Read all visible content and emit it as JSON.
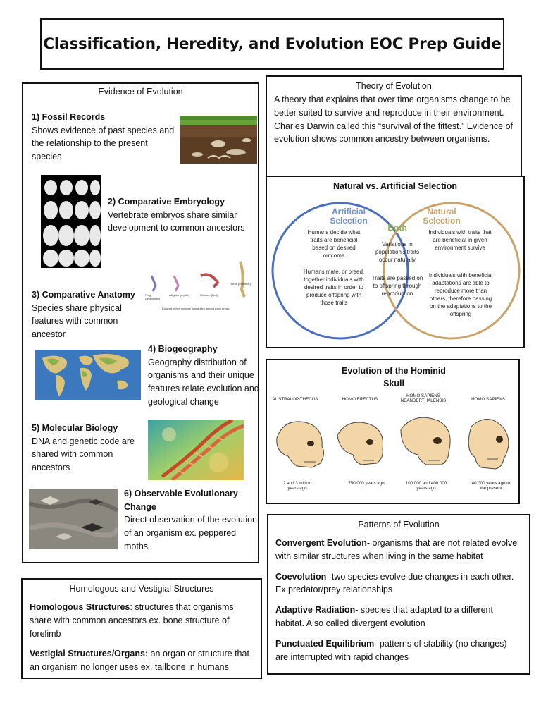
{
  "title": "Classification, Heredity, and Evolution EOC Prep Guide",
  "evidence": {
    "heading": "Evidence of Evolution",
    "items": [
      {
        "title": "1) Fossil Records",
        "text": "Shows evidence of past species and the relationship to the present species"
      },
      {
        "title": "2) Comparative Embryology",
        "text": "Vertebrate embryos share similar development to common ancestors"
      },
      {
        "title": "3) Comparative Anatomy",
        "text": "Species share physical features with common ancestor"
      },
      {
        "title": "4) Biogeography",
        "text": "Geography distribution of organisms and their unique features relate evolution and geological change"
      },
      {
        "title": "5) Molecular Biology",
        "text": "DNA and genetic code are shared with common ancestors"
      },
      {
        "title": "6) Observable Evolutionary Change",
        "text": "Direct observation of the evolution of an organism ex. peppered moths"
      }
    ],
    "anatomy_labels": [
      "Frog (amphibian)",
      "Alligator (reptile)",
      "Chicken (bird)",
      "Horse (mammal)"
    ],
    "anatomy_caption": "Colored bones indicate similarities among each group."
  },
  "theory": {
    "heading": "Theory of Evolution",
    "text": "A theory that explains that over time organisms change to be better suited to survive and reproduce in their environment. Charles Darwin called this “survival of the fittest.” Evidence of evolution shows common ancestry between organisms."
  },
  "selection": {
    "heading": "Natural vs. Artificial Selection",
    "artificial_label": "Artificial Selection",
    "natural_label": "Natural Selection",
    "both_label": "Both",
    "artificial_1": "Humans decide what traits are beneficial based on desired outcome",
    "artificial_2": "Humans mate, or breed, together individuals with desired traits in order to produce offspring with those traits",
    "both_1": "Variations in population's traits occur naturally",
    "both_2": "Traits are passed on to offspring through reproduction",
    "natural_1": "Individuals with traits that are beneficial in given environment survive",
    "natural_2": "Individuals with beneficial adaptations are able to reproduce more than others, therefore passing on the adaptations to the offspring",
    "colors": {
      "artificial": "#4a6fbd",
      "natural": "#c9a36a"
    }
  },
  "hominid": {
    "heading": "Evolution of the Hominid Skull",
    "skulls": [
      {
        "name": "AUSTRALOPITHECUS",
        "age": "2 and 3 million years ago"
      },
      {
        "name": "HOMO ERECTUS",
        "age": "750 000 years ago"
      },
      {
        "name": "HOMO SAPIENS NEANDERTHALENSIS",
        "age": "100 000 and 400 000 years ago"
      },
      {
        "name": "HOMO SAPIENS",
        "age": "40 000 years ago to the present"
      }
    ]
  },
  "patterns": {
    "heading": "Patterns of Evolution",
    "items": [
      {
        "term": "Convergent Evolution",
        "text": "- organisms that are not related evolve with similar structures when living in the same habitat"
      },
      {
        "term": "Coevolution",
        "text": "- two species evolve due changes in each other. Ex predator/prey relationships"
      },
      {
        "term": "Adaptive Radiation",
        "text": "- species that adapted to a different habitat. Also called divergent evolution"
      },
      {
        "term": "Punctuated Equilibrium",
        "text": "- patterns of stability (no changes) are interrupted with rapid changes"
      }
    ]
  },
  "homologous": {
    "heading": "Homologous and Vestigial Structures",
    "items": [
      {
        "term": "Homologous Structures",
        "text": ": structures that organisms share with common ancestors ex. bone structure of forelimb"
      },
      {
        "term": "Vestigial Structures/Organs:",
        "text": " an organ or structure that an organism no longer uses ex. tailbone in humans"
      }
    ]
  }
}
